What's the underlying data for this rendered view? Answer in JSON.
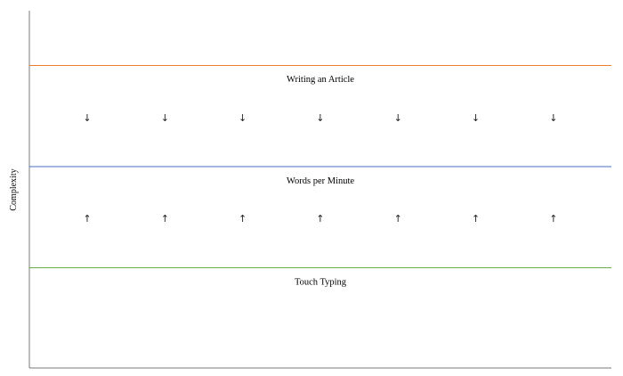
{
  "axis": {
    "y_label": "Complexity"
  },
  "levels": [
    {
      "label": "Writing an Article",
      "color": "#ed7d31"
    },
    {
      "label": "Words per Minute",
      "color": "#4472c4"
    },
    {
      "label": "Touch Typing",
      "color": "#70ad47"
    }
  ],
  "arrow_rows": [
    {
      "direction": "down",
      "glyph": "↓",
      "count": 7
    },
    {
      "direction": "up",
      "glyph": "↑",
      "count": 7
    }
  ]
}
